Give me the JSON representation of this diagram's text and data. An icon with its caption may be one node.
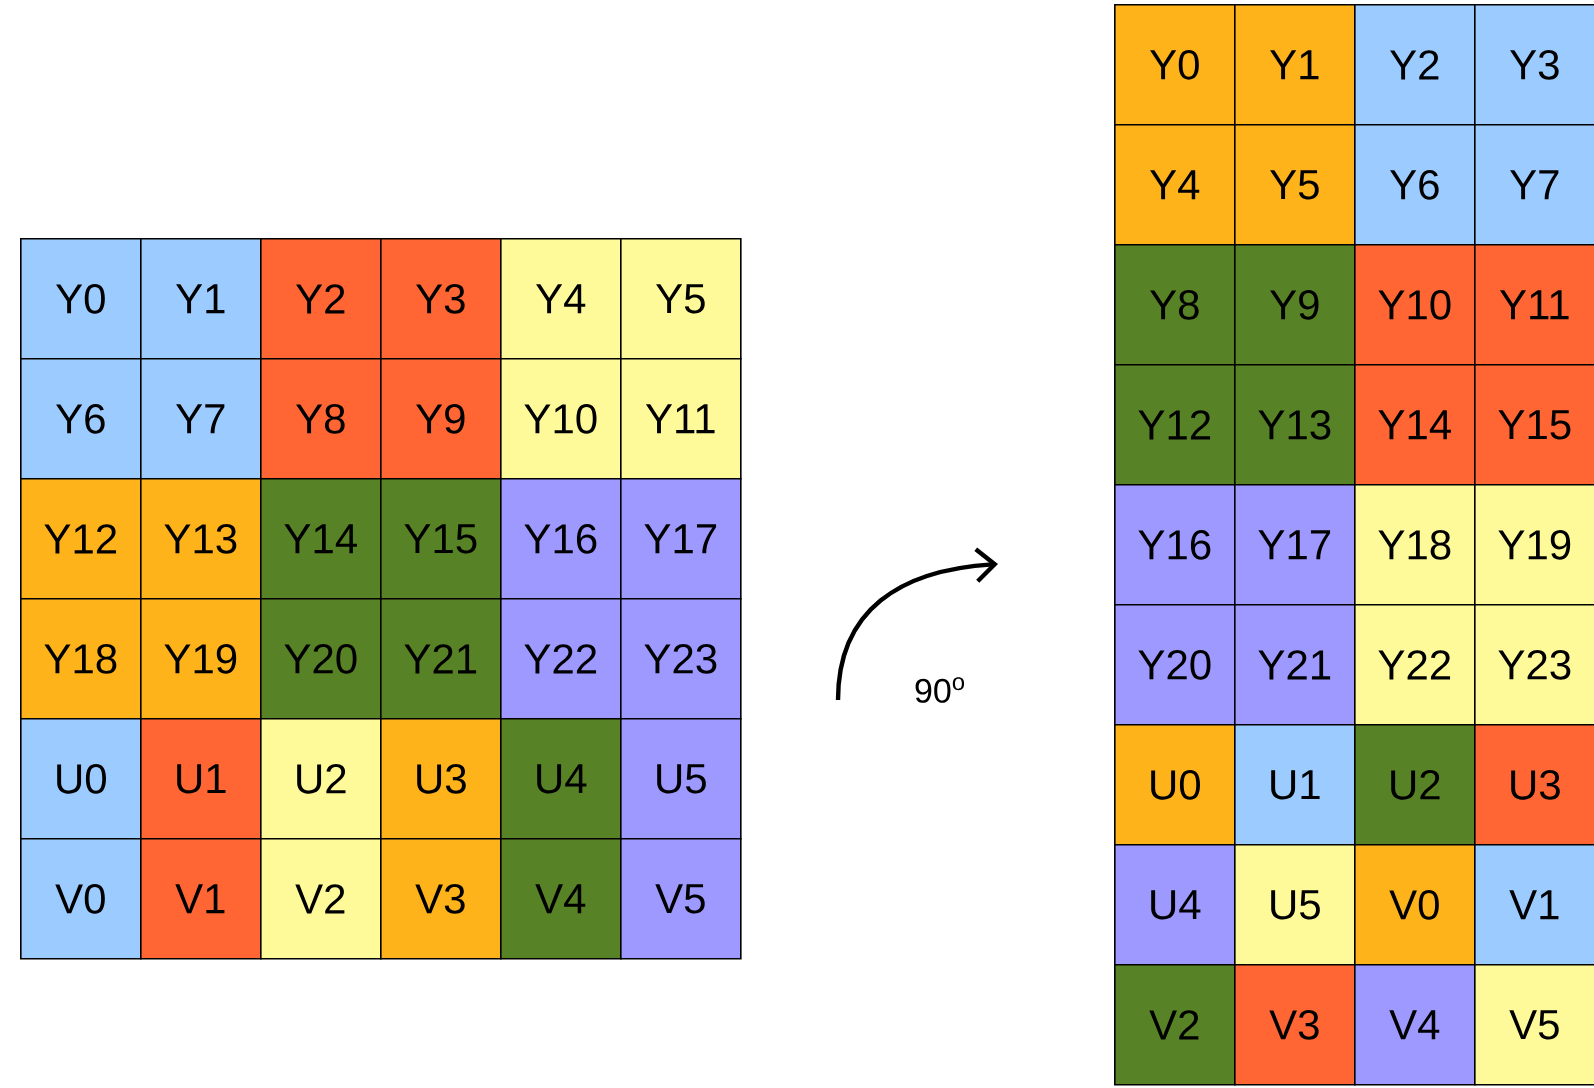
{
  "diagram": {
    "nodes": [
      {
        "text": [
          "Y0"
        ]
      },
      {
        "text": [
          "Y1"
        ]
      },
      {
        "text": [
          "Y2"
        ]
      },
      {
        "text": [
          "Y3"
        ]
      },
      {
        "text": [
          "Y4"
        ]
      },
      {
        "text": [
          "Y5"
        ]
      },
      {
        "text": [
          "Y6"
        ]
      },
      {
        "text": [
          "Y7"
        ]
      },
      {
        "text": [
          "Y8"
        ]
      },
      {
        "text": [
          "Y9"
        ]
      },
      {
        "text": [
          "Y10"
        ]
      },
      {
        "text": [
          "Y11"
        ]
      },
      {
        "text": [
          "Y12"
        ]
      },
      {
        "text": [
          "Y13"
        ]
      },
      {
        "text": [
          "Y14"
        ]
      },
      {
        "text": [
          "Y15"
        ]
      },
      {
        "text": [
          "Y16"
        ]
      },
      {
        "text": [
          "Y17"
        ]
      },
      {
        "text": [
          "Y18"
        ]
      },
      {
        "text": [
          "Y19"
        ]
      },
      {
        "text": [
          "Y20"
        ]
      },
      {
        "text": [
          "Y21"
        ]
      },
      {
        "text": [
          "Y22"
        ]
      },
      {
        "text": [
          "Y23"
        ]
      },
      {
        "text": [
          "U0"
        ]
      },
      {
        "text": [
          "U1"
        ]
      },
      {
        "text": [
          "U2"
        ]
      },
      {
        "text": [
          "U3"
        ]
      },
      {
        "text": [
          "U4"
        ]
      },
      {
        "text": [
          "U5"
        ]
      },
      {
        "text": [
          "V0"
        ]
      },
      {
        "text": [
          "V1"
        ]
      },
      {
        "text": [
          "V2"
        ]
      },
      {
        "text": [
          "V3"
        ]
      },
      {
        "text": [
          "V4"
        ]
      },
      {
        "text": [
          "V5"
        ]
      },
      {
        "text": [
          "Y0"
        ]
      },
      {
        "text": [
          "Y1"
        ]
      },
      {
        "text": [
          "Y2"
        ]
      },
      {
        "text": [
          "Y3"
        ]
      },
      {
        "text": [
          "Y4"
        ]
      },
      {
        "text": [
          "Y5"
        ]
      },
      {
        "text": [
          "Y6"
        ]
      },
      {
        "text": [
          "Y7"
        ]
      },
      {
        "text": [
          "Y8"
        ]
      },
      {
        "text": [
          "Y9"
        ]
      },
      {
        "text": [
          "Y10"
        ]
      },
      {
        "text": [
          "Y11"
        ]
      },
      {
        "text": [
          "Y12"
        ]
      },
      {
        "text": [
          "Y13"
        ]
      },
      {
        "text": [
          "Y14"
        ]
      },
      {
        "text": [
          "Y15"
        ]
      },
      {
        "text": [
          "Y16"
        ]
      },
      {
        "text": [
          "Y17"
        ]
      },
      {
        "text": [
          "Y18"
        ]
      },
      {
        "text": [
          "Y19"
        ]
      },
      {
        "text": [
          "Y20"
        ]
      },
      {
        "text": [
          "Y21"
        ]
      },
      {
        "text": [
          "Y22"
        ]
      },
      {
        "text": [
          "Y23"
        ]
      },
      {
        "text": [
          "U0"
        ]
      },
      {
        "text": [
          "U1"
        ]
      },
      {
        "text": [
          "U2"
        ]
      },
      {
        "text": [
          "U3"
        ]
      },
      {
        "text": [
          "U4"
        ]
      },
      {
        "text": [
          "U5"
        ]
      },
      {
        "text": [
          "V0"
        ]
      },
      {
        "text": [
          "V1"
        ]
      },
      {
        "text": [
          "V2"
        ]
      },
      {
        "text": [
          "V3"
        ]
      },
      {
        "text": [
          "V4"
        ]
      },
      {
        "text": [
          "V5"
        ]
      }
    ],
    "labels": [
      "90$^{o}$"
    ]
  }
}
